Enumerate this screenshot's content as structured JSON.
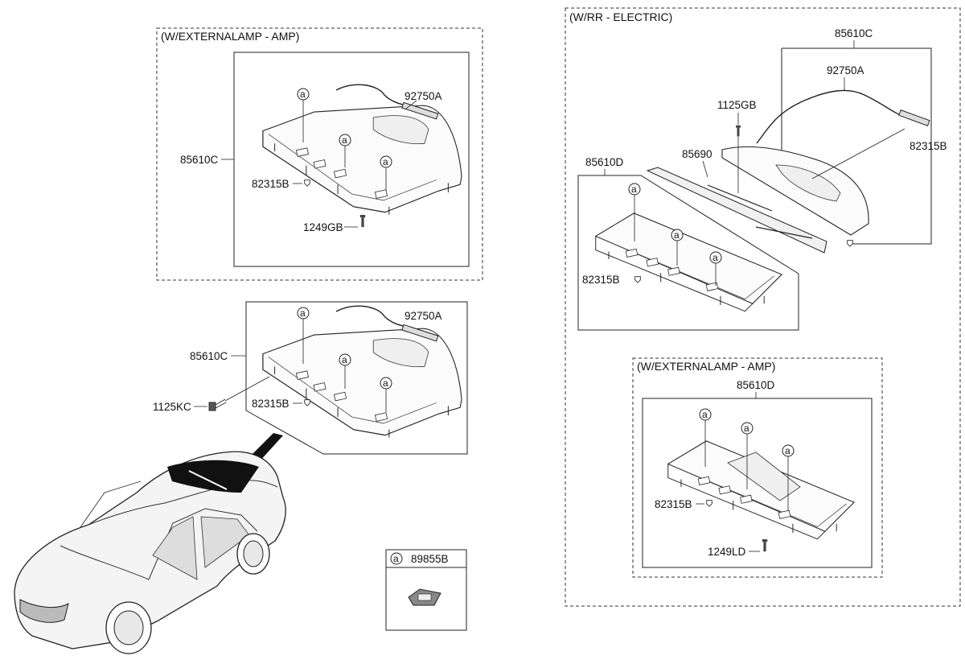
{
  "sections": {
    "ext_amp_top": "(W/EXTERNALAMP - AMP)",
    "rr_electric": "(W/RR - ELECTRIC)",
    "ext_amp_bottom_right": "(W/EXTERNALAMP - AMP)"
  },
  "callout_letter": "a",
  "legend": {
    "letter": "a",
    "part": "89855B"
  },
  "parts": {
    "a_85610C": "85610C",
    "a_92750A": "92750A",
    "a_82315B": "82315B",
    "a_1249GB": "1249GB",
    "b_85610C": "85610C",
    "b_92750A": "92750A",
    "b_82315B": "82315B",
    "b_1125KC": "1125KC",
    "c_85610C": "85610C",
    "c_92750A": "92750A",
    "c_1125GB": "1125GB",
    "c_82315B_right": "82315B",
    "c_85690": "85690",
    "c_85610D": "85610D",
    "c_82315B_left": "82315B",
    "d_85610D": "85610D",
    "d_82315B": "82315B",
    "d_1249LD": "1249LD"
  }
}
